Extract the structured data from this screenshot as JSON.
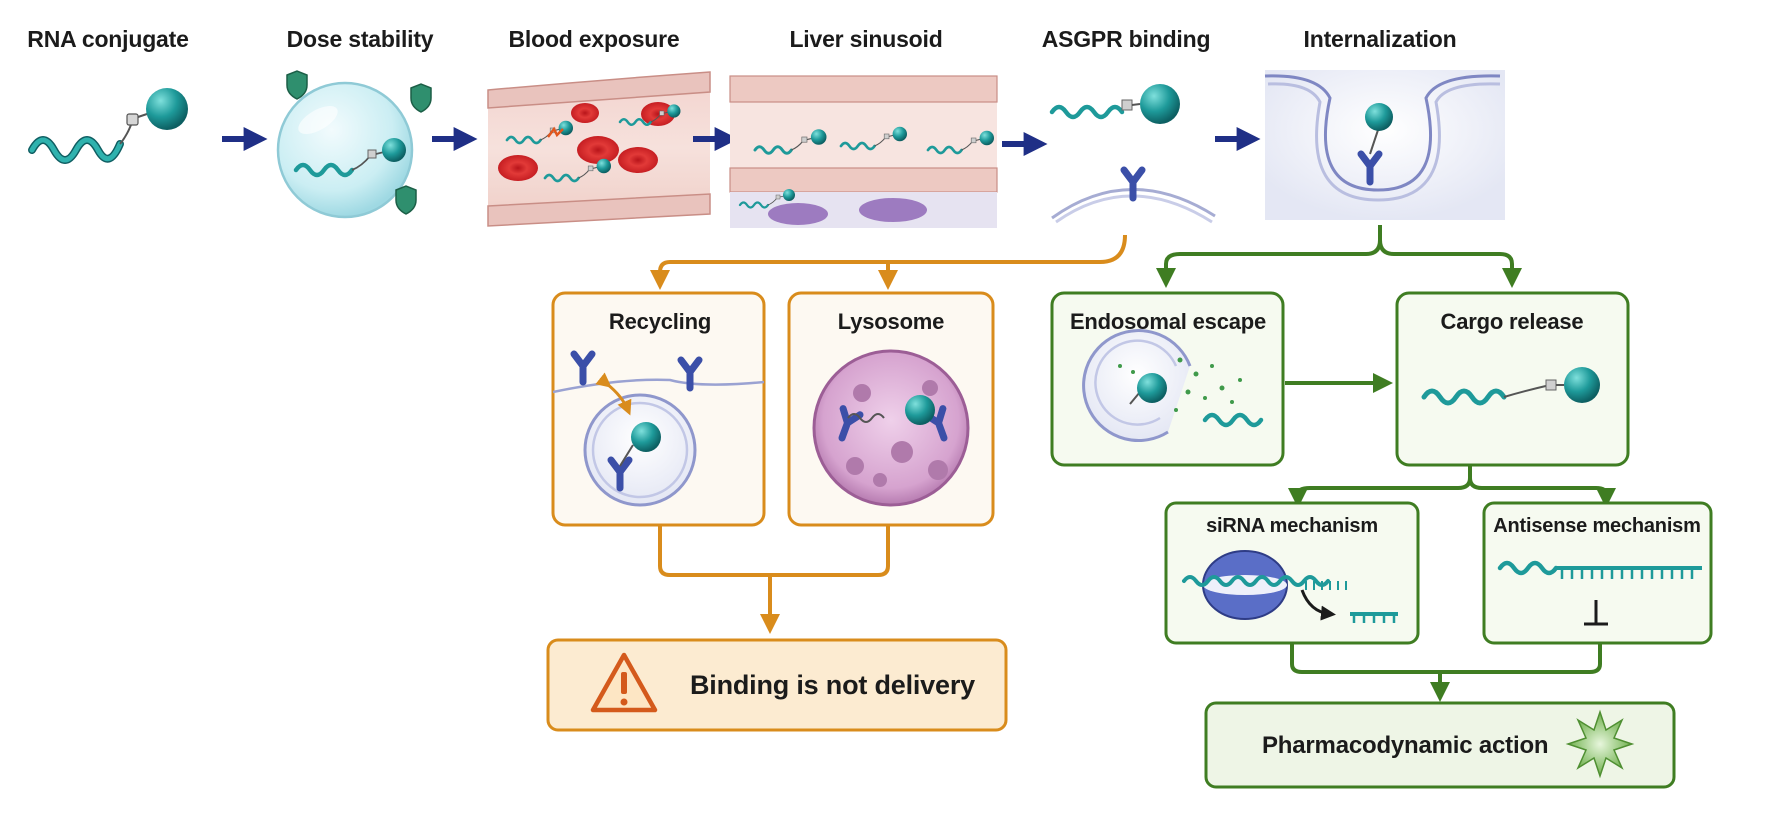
{
  "stages": [
    {
      "id": "rna",
      "label": "RNA conjugate"
    },
    {
      "id": "dose",
      "label": "Dose stability"
    },
    {
      "id": "blood",
      "label": "Blood exposure"
    },
    {
      "id": "liver",
      "label": "Liver sinusoid"
    },
    {
      "id": "asgpr",
      "label": "ASGPR binding"
    },
    {
      "id": "intern",
      "label": "Internalization"
    }
  ],
  "failure_branch": {
    "recycling": "Recycling",
    "lysosome": "Lysosome",
    "warning": "Binding is not delivery"
  },
  "success_branch": {
    "escape": "Endosomal escape",
    "release": "Cargo release",
    "sirna": "siRNA mechanism",
    "antisense": "Antisense mechanism",
    "pd": "Pharmacodynamic action"
  },
  "colors": {
    "navy_arrow": "#1f2f86",
    "orange": "#d98c1c",
    "green": "#3f7d22",
    "teal": "#1e9a9a",
    "receptor": "#3b4fa8"
  }
}
